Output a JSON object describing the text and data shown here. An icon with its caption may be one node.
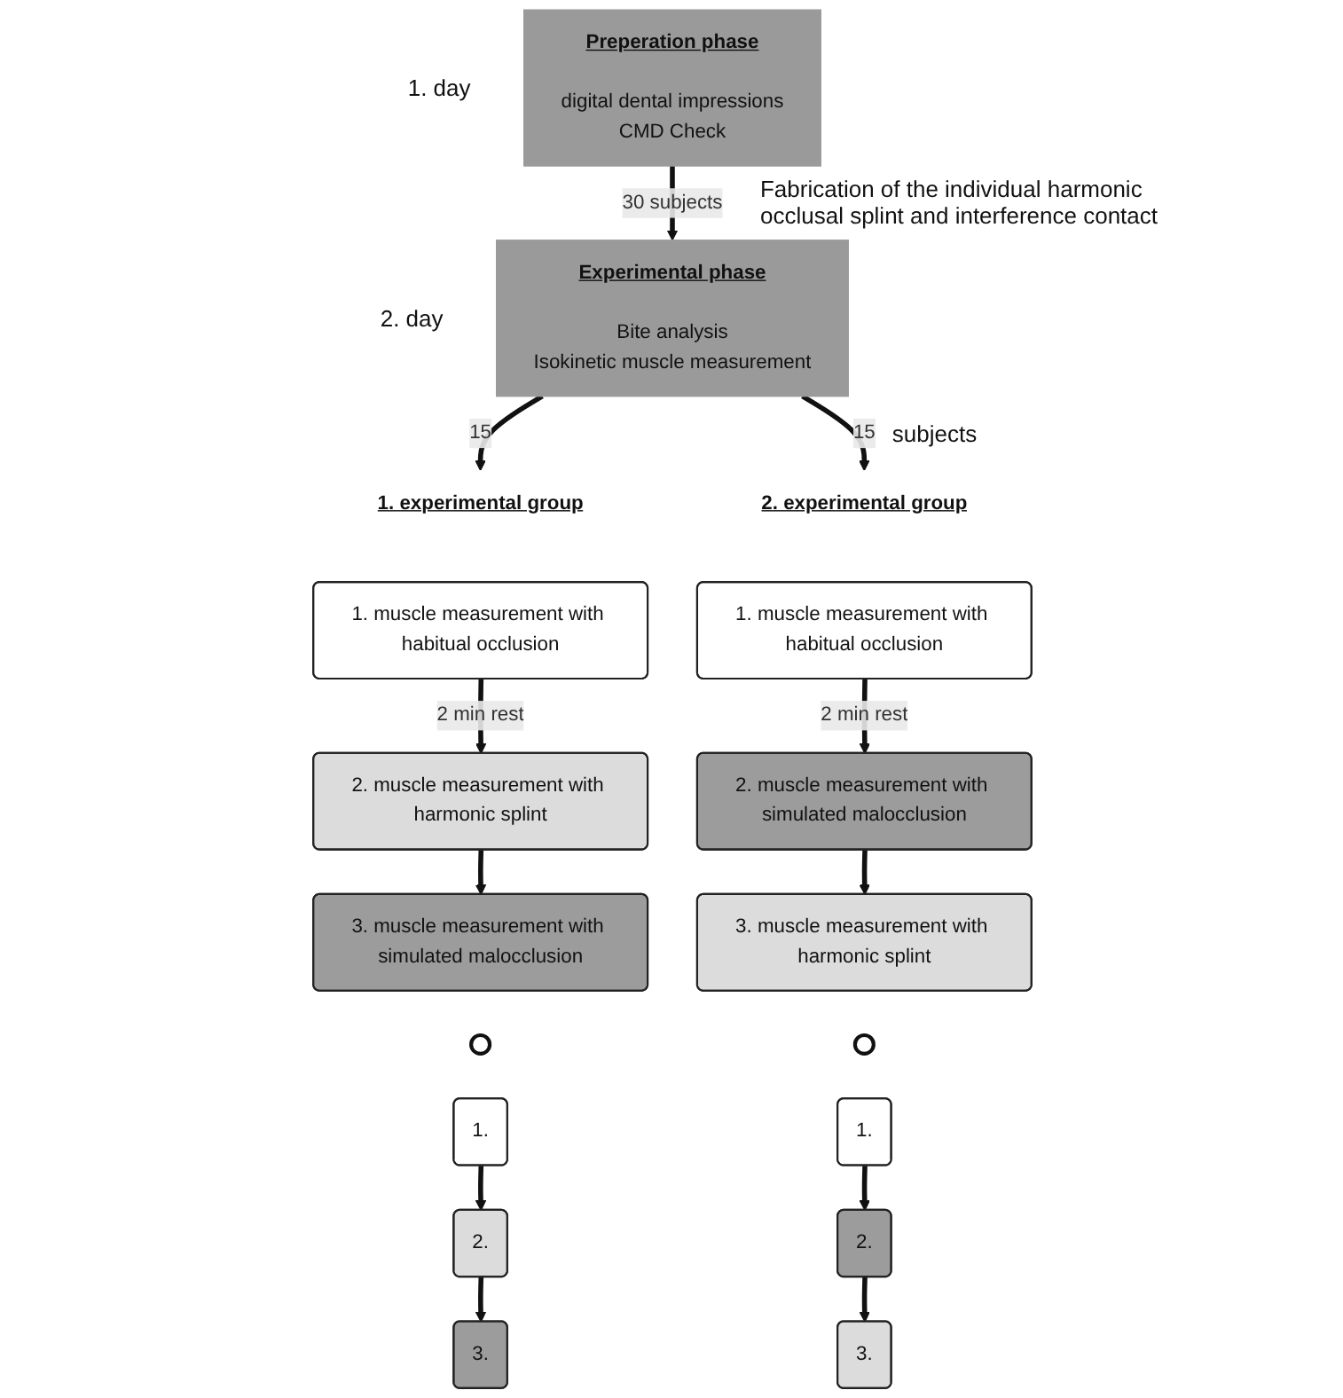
{
  "diagram": {
    "nodes": [
      {
        "text": [
          "Preperation phase",
          "digital dental impressions",
          "CMD Check"
        ],
        "beside": [
          "1. day"
        ]
      },
      {
        "text": [
          "Experimental phase",
          "Bite analysis",
          "Isokinetic muscle measurement"
        ],
        "beside": [
          "2. day"
        ]
      },
      {
        "text": [
          "1. experimental group"
        ]
      },
      {
        "text": [
          "1. muscle measurement with habitual occlusion"
        ]
      },
      {
        "text": [
          "2. muscle measurement with harmonic splint"
        ]
      },
      {
        "text": [
          "3. muscle measurement with simulated malocclusion"
        ]
      },
      {
        "text": [],
        "shape": "circle"
      },
      {
        "text": [
          "1."
        ]
      },
      {
        "text": [
          "2."
        ]
      },
      {
        "text": [
          "3."
        ]
      },
      {
        "text": [
          "2. experimental group"
        ]
      },
      {
        "text": [
          "1. muscle measurement with habitual occlusion"
        ]
      },
      {
        "text": [
          "2. muscle measurement with simulated malocclusion"
        ]
      },
      {
        "text": [
          "3. muscle measurement with harmonic splint"
        ]
      },
      {
        "text": [],
        "shape": "circle"
      },
      {
        "text": [
          "1."
        ]
      },
      {
        "text": [
          "2."
        ]
      },
      {
        "text": [
          "3."
        ]
      }
    ],
    "edges": [
      {
        "from": 0,
        "to": 1,
        "arrow": "to",
        "label": "30 subjects"
      },
      {
        "from": 1,
        "to": 2,
        "arrow": "to",
        "label": "15"
      },
      {
        "from": 1,
        "to": 10,
        "arrow": "to",
        "label": "15"
      },
      {
        "from": 3,
        "to": 4,
        "arrow": "to",
        "label": "2 min rest"
      },
      {
        "from": 4,
        "to": 5,
        "arrow": "to"
      },
      {
        "from": 7,
        "to": 8,
        "arrow": "to"
      },
      {
        "from": 8,
        "to": 9,
        "arrow": "to"
      },
      {
        "from": 11,
        "to": 12,
        "arrow": "to",
        "label": "2 min rest"
      },
      {
        "from": 12,
        "to": 13,
        "arrow": "to"
      },
      {
        "from": 15,
        "to": 16,
        "arrow": "to"
      },
      {
        "from": 16,
        "to": 17,
        "arrow": "to"
      }
    ],
    "labels": [
      "Fabrication of the individual harmonic occlusal splint and interference contact",
      "subjects"
    ]
  }
}
